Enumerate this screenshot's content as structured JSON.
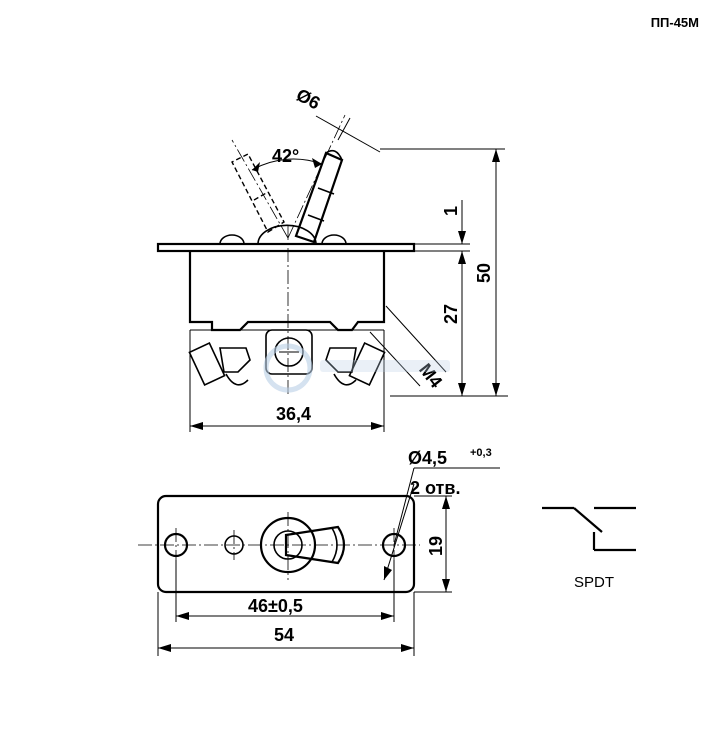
{
  "model": "ПП-45М",
  "dimensions": {
    "diameter_lever": "Ø6",
    "angle": "42°",
    "height_total": "50",
    "height_body": "27",
    "plate_thickness": "1",
    "thread": "M4",
    "body_width": "36,4",
    "hole_diameter": "Ø4,5",
    "hole_tolerance": "+0,3",
    "hole_count": "2 отв.",
    "plate_height": "19",
    "hole_spacing": "46±0,5",
    "plate_length": "54"
  },
  "schematic": {
    "label": "SPDT"
  }
}
